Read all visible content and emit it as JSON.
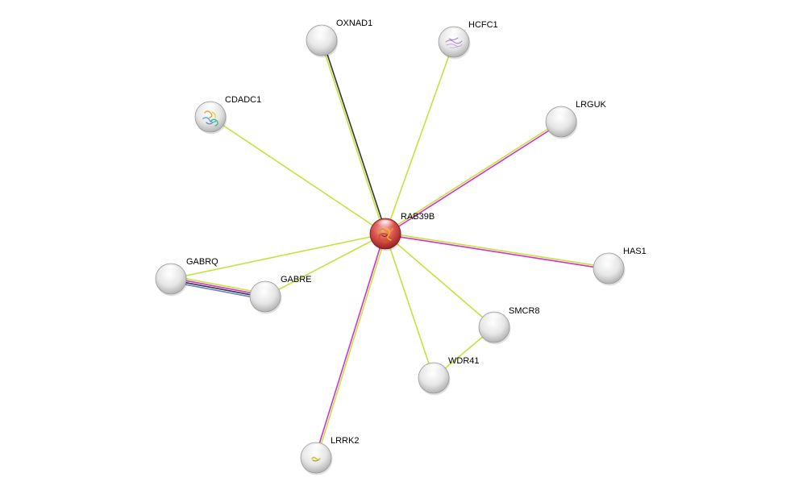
{
  "network": {
    "nodes": [
      {
        "id": "RAB39B",
        "label": "RAB39B",
        "color": "#d23a3a",
        "query": true,
        "structure": "ribbon-orange"
      },
      {
        "id": "OXNAD1",
        "label": "OXNAD1",
        "color": "#d9d9d9"
      },
      {
        "id": "HCFC1",
        "label": "HCFC1",
        "color": "#d9d9d9",
        "structure": "ribbon-purple"
      },
      {
        "id": "CDADC1",
        "label": "CDADC1",
        "color": "#d9d9d9",
        "structure": "ribbon-multicolor"
      },
      {
        "id": "LRGUK",
        "label": "LRGUK",
        "color": "#d9d9d9"
      },
      {
        "id": "HAS1",
        "label": "HAS1",
        "color": "#d9d9d9"
      },
      {
        "id": "GABRQ",
        "label": "GABRQ",
        "color": "#d9d9d9"
      },
      {
        "id": "GABRE",
        "label": "GABRE",
        "color": "#d9d9d9"
      },
      {
        "id": "SMCR8",
        "label": "SMCR8",
        "color": "#d9d9d9"
      },
      {
        "id": "WDR41",
        "label": "WDR41",
        "color": "#d9d9d9"
      },
      {
        "id": "LRRK2",
        "label": "LRRK2",
        "color": "#d9d9d9",
        "structure": "ribbon-yellow"
      }
    ],
    "edges": [
      {
        "source": "RAB39B",
        "target": "OXNAD1",
        "evidence": [
          "textmining",
          "coexpression"
        ]
      },
      {
        "source": "RAB39B",
        "target": "HCFC1",
        "evidence": [
          "textmining"
        ]
      },
      {
        "source": "RAB39B",
        "target": "CDADC1",
        "evidence": [
          "textmining"
        ]
      },
      {
        "source": "RAB39B",
        "target": "LRGUK",
        "evidence": [
          "textmining",
          "experiments"
        ]
      },
      {
        "source": "RAB39B",
        "target": "HAS1",
        "evidence": [
          "textmining",
          "experiments"
        ]
      },
      {
        "source": "RAB39B",
        "target": "GABRQ",
        "evidence": [
          "textmining"
        ]
      },
      {
        "source": "RAB39B",
        "target": "GABRE",
        "evidence": [
          "textmining"
        ]
      },
      {
        "source": "RAB39B",
        "target": "SMCR8",
        "evidence": [
          "textmining"
        ]
      },
      {
        "source": "RAB39B",
        "target": "WDR41",
        "evidence": [
          "textmining"
        ]
      },
      {
        "source": "RAB39B",
        "target": "LRRK2",
        "evidence": [
          "textmining",
          "experiments"
        ]
      },
      {
        "source": "SMCR8",
        "target": "WDR41",
        "evidence": [
          "textmining"
        ]
      },
      {
        "source": "GABRQ",
        "target": "GABRE",
        "evidence": [
          "textmining",
          "experiments",
          "coexpression",
          "databases"
        ]
      }
    ],
    "evidence_colors": {
      "textmining": "#c7e03c",
      "experiments": "#cc33cc",
      "coexpression": "#333333",
      "databases": "#6b7fd0"
    }
  }
}
